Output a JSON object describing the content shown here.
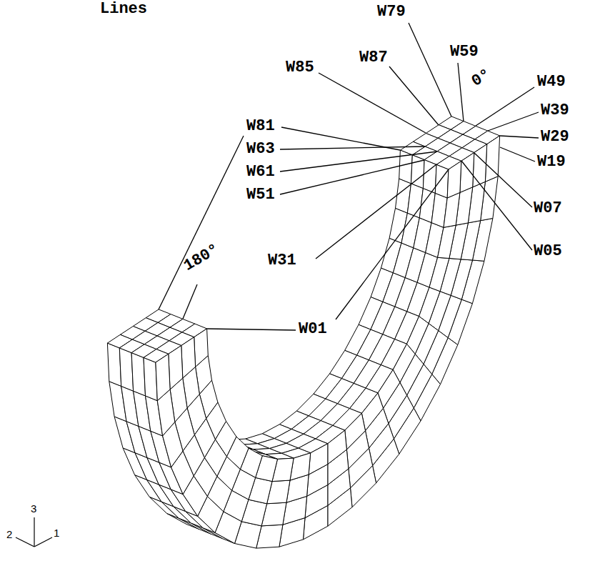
{
  "diagram": {
    "labels": [
      "Lines",
      "W79",
      "W87",
      "W59",
      "W85",
      "0°",
      "W49",
      "W39",
      "W29",
      "W19",
      "W81",
      "W63",
      "W61",
      "W51",
      "W07",
      "W05",
      "180°",
      "W31",
      "W01",
      "3",
      "2",
      "1"
    ]
  }
}
